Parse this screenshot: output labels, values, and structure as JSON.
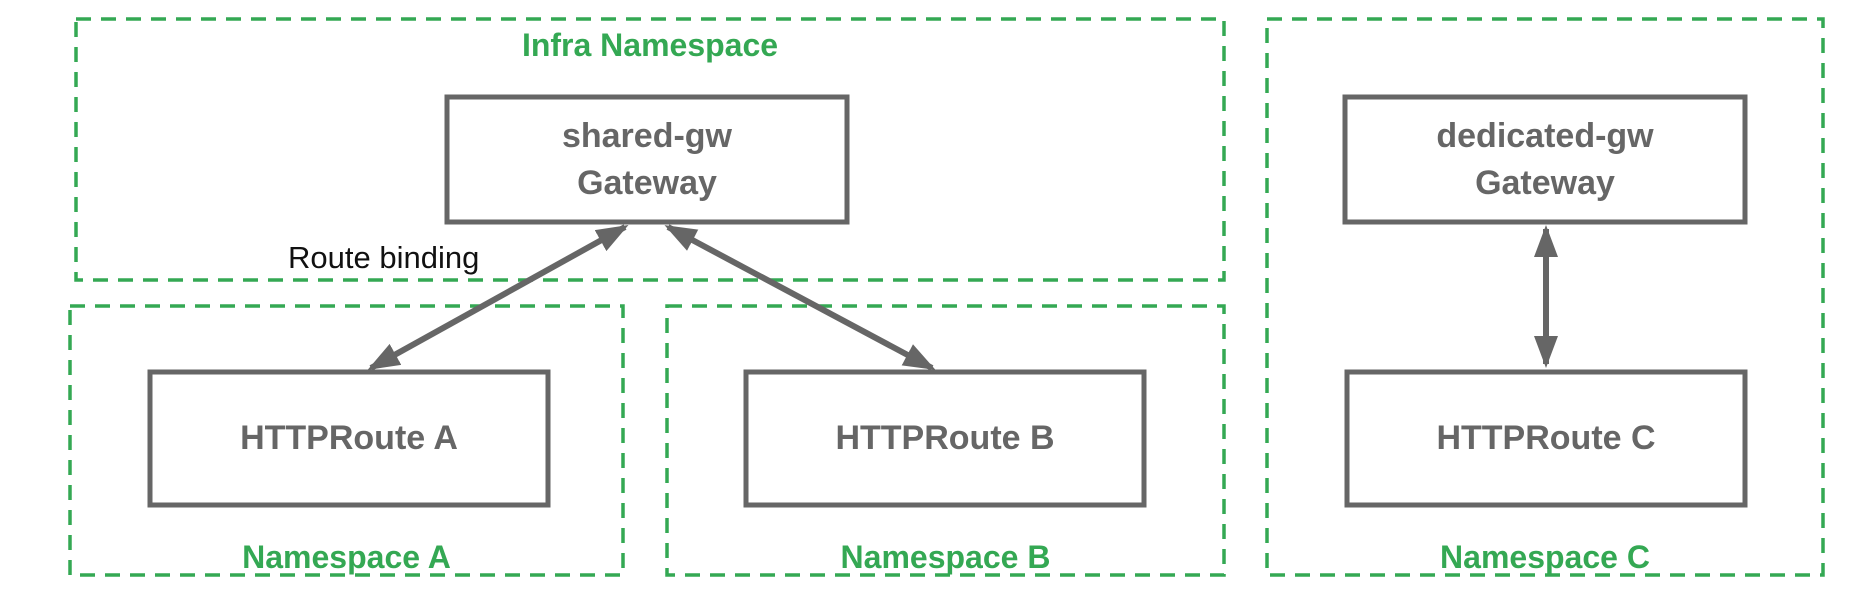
{
  "colors": {
    "green": "#34A853",
    "gray": "#666666",
    "label_black": "#111111"
  },
  "infra_namespace": {
    "label": "Infra Namespace"
  },
  "gateways": {
    "shared": {
      "name": "shared-gw",
      "kind": "Gateway"
    },
    "dedicated": {
      "name": "dedicated-gw",
      "kind": "Gateway"
    }
  },
  "namespaces": [
    {
      "label": "Namespace A",
      "route": "HTTPRoute A"
    },
    {
      "label": "Namespace B",
      "route": "HTTPRoute B"
    },
    {
      "label": "Namespace C",
      "route": "HTTPRoute C"
    }
  ],
  "annotations": {
    "route_binding": "Route binding"
  }
}
